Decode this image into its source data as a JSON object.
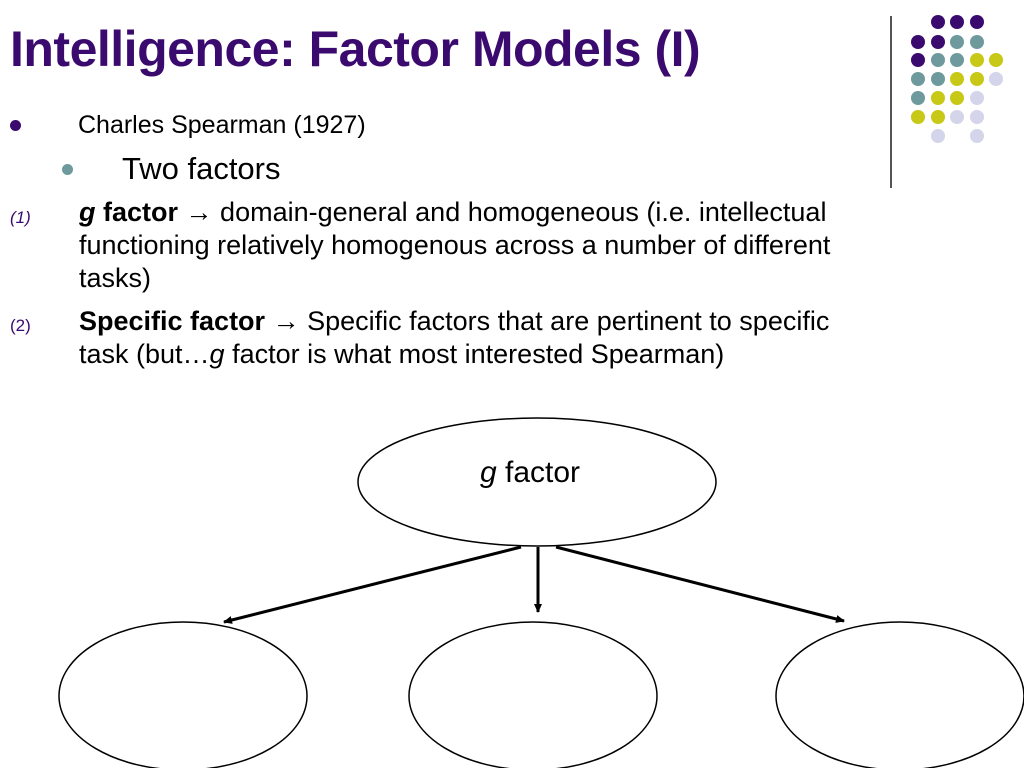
{
  "slide": {
    "title": "Intelligence: Factor Models (I)"
  },
  "bullets": {
    "level1": "Charles Spearman (1927)",
    "level2": "Two factors"
  },
  "items": [
    {
      "number": "(1)",
      "term_italic": "g",
      "term": " factor",
      "arrow": " → ",
      "text_line1": "domain-general and homogeneous (i.e. intellectual",
      "text_line2": "functioning relatively homogenous across a number of different",
      "text_line3": "tasks)"
    },
    {
      "number": "(2)",
      "term": "Specific factor",
      "arrow": " → ",
      "text_line1": "Specific factors that are pertinent to specific",
      "text_line2_prefix": "task (but…",
      "text_line2_italic": "g",
      "text_line2_suffix": " factor is what most interested Spearman)"
    }
  ],
  "diagram": {
    "top_label_italic": "g",
    "top_label_rest": " factor"
  },
  "colors": {
    "title": "#3a0a6e",
    "purple": "#3a0a6e",
    "teal": "#6e9a9e",
    "yellow": "#c8c816",
    "lavender": "#d4d4ea"
  }
}
